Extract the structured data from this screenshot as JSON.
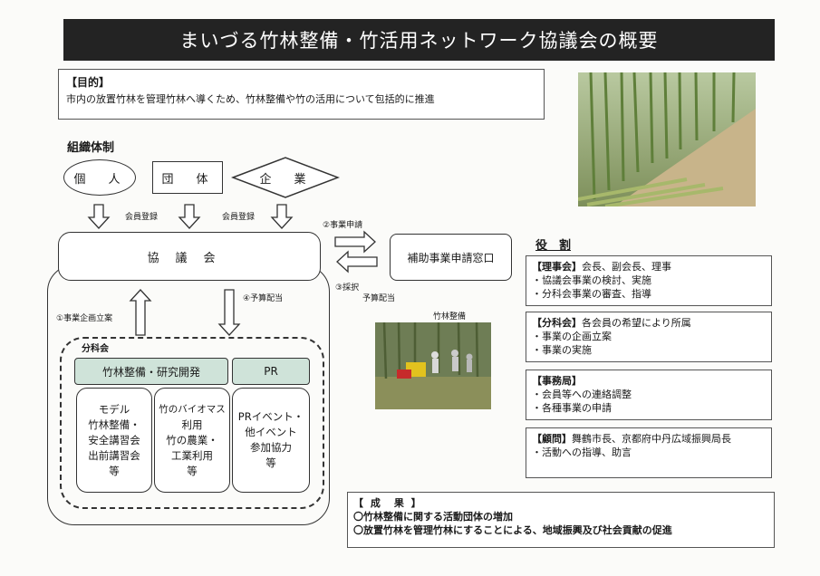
{
  "title": "まいづる竹林整備・竹活用ネットワーク協議会の概要",
  "purpose": {
    "heading": "【目的】",
    "text": "市内の放置竹林を管理竹林へ導くため、竹林整備や竹の活用について包括的に推進"
  },
  "organization": {
    "heading": "組織体制",
    "members": [
      "個　人",
      "団　体",
      "企　業"
    ],
    "register_label_1": "会員登録",
    "register_label_2": "会員登録",
    "council": "協議会",
    "step1": "①事業企画立案",
    "step2": "②事業申請",
    "step3a": "③採択",
    "step3b": "予算配当",
    "step4": "④予算配当",
    "subcommittee_label": "分科会",
    "subcommittees": {
      "research": "竹林整備・研究開発",
      "pr": "PR"
    },
    "cards": [
      [
        "モデル",
        "竹林整備・",
        "安全講習会",
        "出前講習会",
        "等"
      ],
      [
        "竹のバイオマス",
        "利用",
        "竹の農業・",
        "工業利用",
        "等"
      ],
      [
        "PRイベント・",
        "他イベント",
        "参加協力",
        "等"
      ]
    ],
    "subsidy_window": "補助事業申請窓口",
    "photo_caption": "竹林整備"
  },
  "roles": {
    "heading": "役　割",
    "boxes": [
      {
        "title": "【理事会】",
        "title_rest": "会長、副会長、理事",
        "lines": [
          "・協議会事業の検討、実施",
          "・分科会事業の審査、指導"
        ]
      },
      {
        "title": "【分科会】",
        "title_rest": "各会員の希望により所属",
        "lines": [
          "・事業の企画立案",
          "・事業の実施"
        ]
      },
      {
        "title": "【事務局】",
        "title_rest": "",
        "lines": [
          "・会員等への連絡調整",
          "・各種事業の申請"
        ]
      },
      {
        "title": "【顧問】",
        "title_rest": "舞鶴市長、京都府中丹広域振興局長",
        "lines": [
          "・活動への指導、助言"
        ]
      }
    ]
  },
  "results": {
    "heading": "【 成　果 】",
    "lines": [
      "〇竹林整備に関する活動団体の増加",
      "〇放置竹林を管理竹林にすることによる、地域振興及び社会貢献の促進"
    ]
  },
  "colors": {
    "title_bg": "#232323",
    "subcommittee_green": "#cfe3d9"
  }
}
